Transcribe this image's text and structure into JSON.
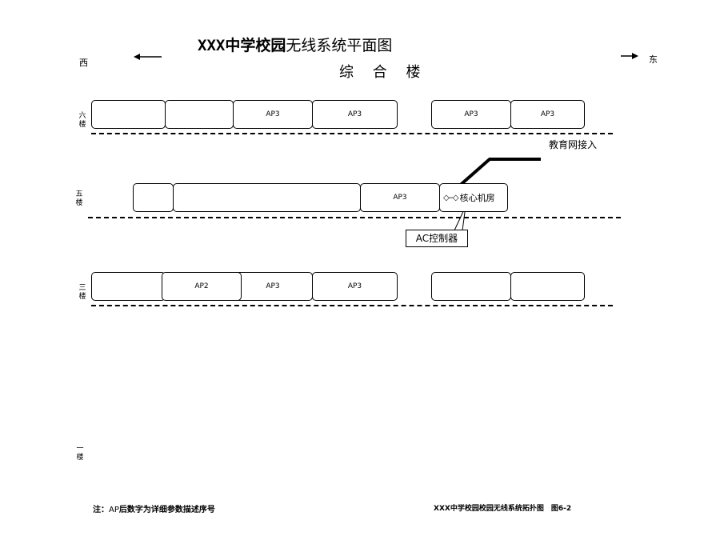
{
  "title": {
    "prefix": "XXX",
    "bold_part": "中学校园",
    "rest": "无线系统平面图"
  },
  "building": "综 合 楼",
  "directions": {
    "west": "西",
    "east": "东"
  },
  "floors": {
    "sixth": {
      "label": "六\n楼",
      "rooms": [
        {
          "text": ""
        },
        {
          "text": ""
        },
        {
          "text": "AP3"
        },
        {
          "text": "AP3"
        },
        {
          "text": "AP3"
        },
        {
          "text": "AP3"
        }
      ]
    },
    "fifth": {
      "label": "五\n楼",
      "rooms": [
        {
          "text": ""
        },
        {
          "text": ""
        },
        {
          "text": "AP3"
        }
      ],
      "core_room": "核心机房"
    },
    "third": {
      "label": "三\n楼",
      "rooms": [
        {
          "text": ""
        },
        {
          "text": "AP2"
        },
        {
          "text": "AP3"
        },
        {
          "text": "AP3"
        },
        {
          "text": ""
        },
        {
          "text": ""
        }
      ]
    },
    "first": {
      "label": "一\n楼"
    }
  },
  "callouts": {
    "internet": "教育网接入",
    "controller": "AC控制器"
  },
  "footer": {
    "note_prefix": "注：",
    "note_ap": "AP",
    "note_rest": "后数字为详细参数描述序号",
    "figure": "XXX中学校园校园无线系统拓扑图　图6-2"
  }
}
